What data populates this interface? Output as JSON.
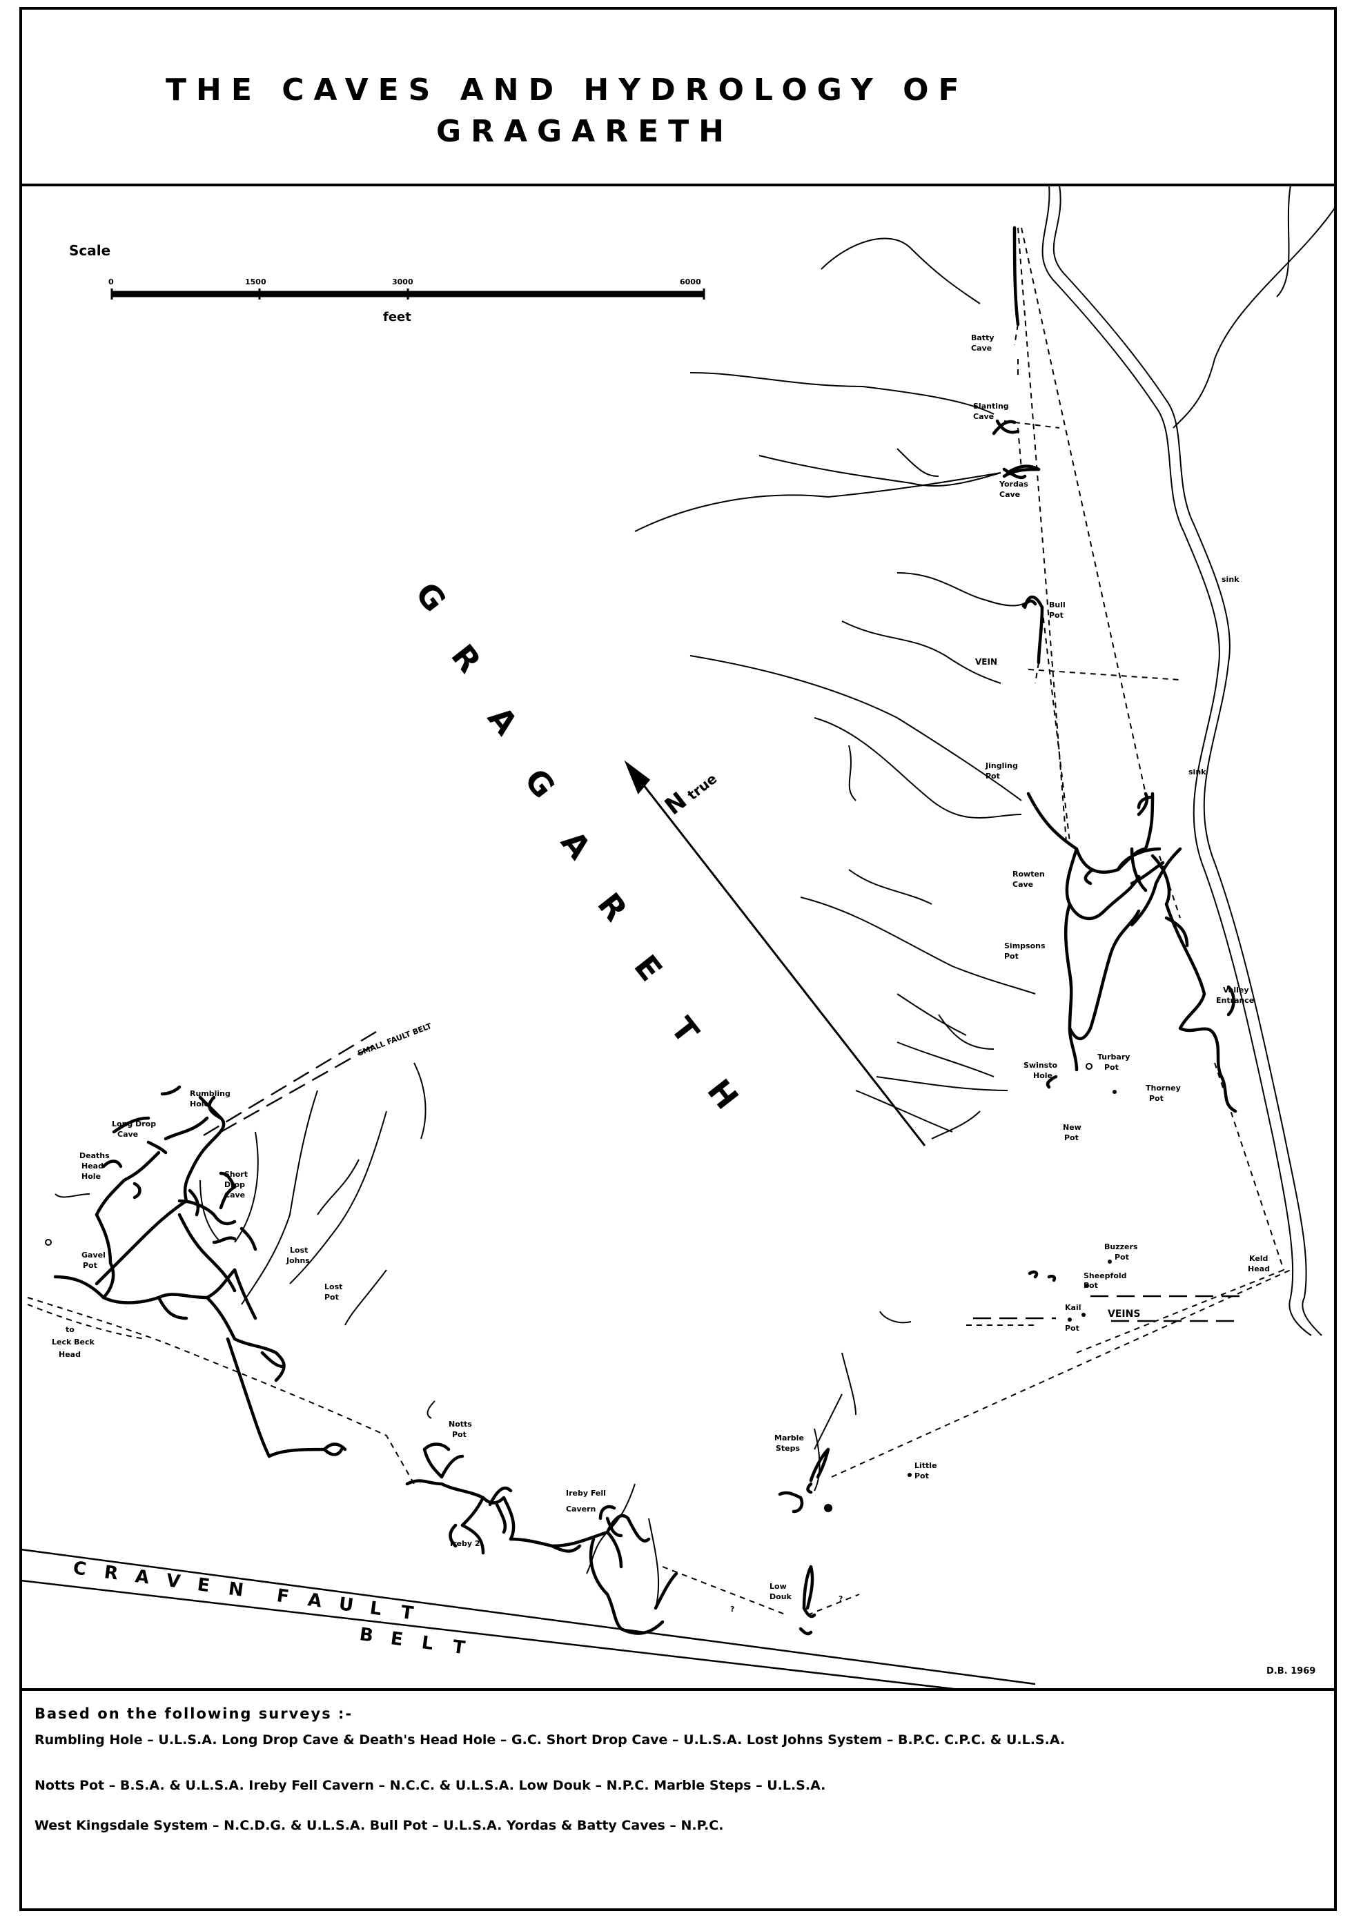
{
  "title": {
    "line1": "THE CAVES AND HYDROLOGY OF",
    "line2": "GRAGARETH"
  },
  "scale": {
    "label": "Scale",
    "ticks": [
      "0",
      "1500",
      "3000",
      "6000"
    ],
    "unit": "feet"
  },
  "north": {
    "label": "N",
    "sub": "true"
  },
  "region_label": [
    "G",
    "R",
    "A",
    "G",
    "A",
    "R",
    "E",
    "T",
    "H"
  ],
  "fault_belt": [
    "C",
    "R",
    "A",
    "V",
    "E",
    "N",
    "F",
    "A",
    "U",
    "L",
    "T",
    "B",
    "E",
    "L",
    "T"
  ],
  "feature_labels": {
    "small_fault_belt": "SMALL FAULT BELT",
    "vein": "VEIN",
    "veins": "VEINS",
    "sink1": "sink",
    "sink2": "sink",
    "to_leck": [
      "to",
      "Leck Beck",
      "Head"
    ],
    "q1": "?",
    "q2": "?"
  },
  "caves": {
    "batty": [
      "Batty",
      "Cave"
    ],
    "slanting": [
      "Slanting",
      "Cave"
    ],
    "yordas": [
      "Yordas",
      "Cave"
    ],
    "bull": [
      "Bull",
      "Pot"
    ],
    "jingling": [
      "Jingling",
      "Pot"
    ],
    "rowten": [
      "Rowten",
      "Cave"
    ],
    "simpsons": [
      "Simpsons",
      "Pot"
    ],
    "valley": [
      "Valley",
      "Entrance"
    ],
    "swinsto": [
      "Swinsto",
      "Hole"
    ],
    "turbary": [
      "Turbary",
      "Pot"
    ],
    "thorney": [
      "Thorney",
      "Pot"
    ],
    "newpot": [
      "New",
      "Pot"
    ],
    "buzzers": [
      "Buzzers",
      "Pot"
    ],
    "sheepfold": [
      "Sheepfold",
      "Pot"
    ],
    "kail": [
      "Kail",
      "Pot"
    ],
    "keld": [
      "Keld",
      "Head"
    ],
    "rumbling": [
      "Rumbling",
      "Hole"
    ],
    "longdrop": [
      "Long Drop",
      "Cave"
    ],
    "deaths": [
      "Deaths",
      "Head",
      "Hole"
    ],
    "shortdrop": [
      "Short",
      "Drop",
      "Cave"
    ],
    "gavel": [
      "Gavel",
      "Pot"
    ],
    "lostjohns": [
      "Lost",
      "Johns"
    ],
    "lostpot": [
      "Lost",
      "Pot"
    ],
    "notts": [
      "Notts",
      "Pot"
    ],
    "irebyfell": [
      "Ireby Fell",
      "Cavern"
    ],
    "ireby2": "Ireby 2",
    "marble": [
      "Marble",
      "Steps"
    ],
    "little": [
      "Little",
      "Pot"
    ],
    "lowdouk": [
      "Low",
      "Douk"
    ]
  },
  "author": "D.B. 1969",
  "footer": {
    "heading": "Based on the following surveys :-",
    "line1": "Rumbling Hole – U.L.S.A.  Long Drop Cave & Death's Head Hole – G.C.  Short Drop Cave – U.L.S.A.  Lost Johns System – B.P.C. C.P.C. & U.L.S.A.",
    "line2": "Notts Pot – B.S.A. & U.L.S.A.  Ireby Fell Cavern – N.C.C. & U.L.S.A.  Low Douk – N.P.C.  Marble Steps – U.L.S.A.",
    "line3": "West Kingsdale System – N.C.D.G. & U.L.S.A.  Bull Pot – U.L.S.A.  Yordas & Batty Caves – N.P.C."
  }
}
